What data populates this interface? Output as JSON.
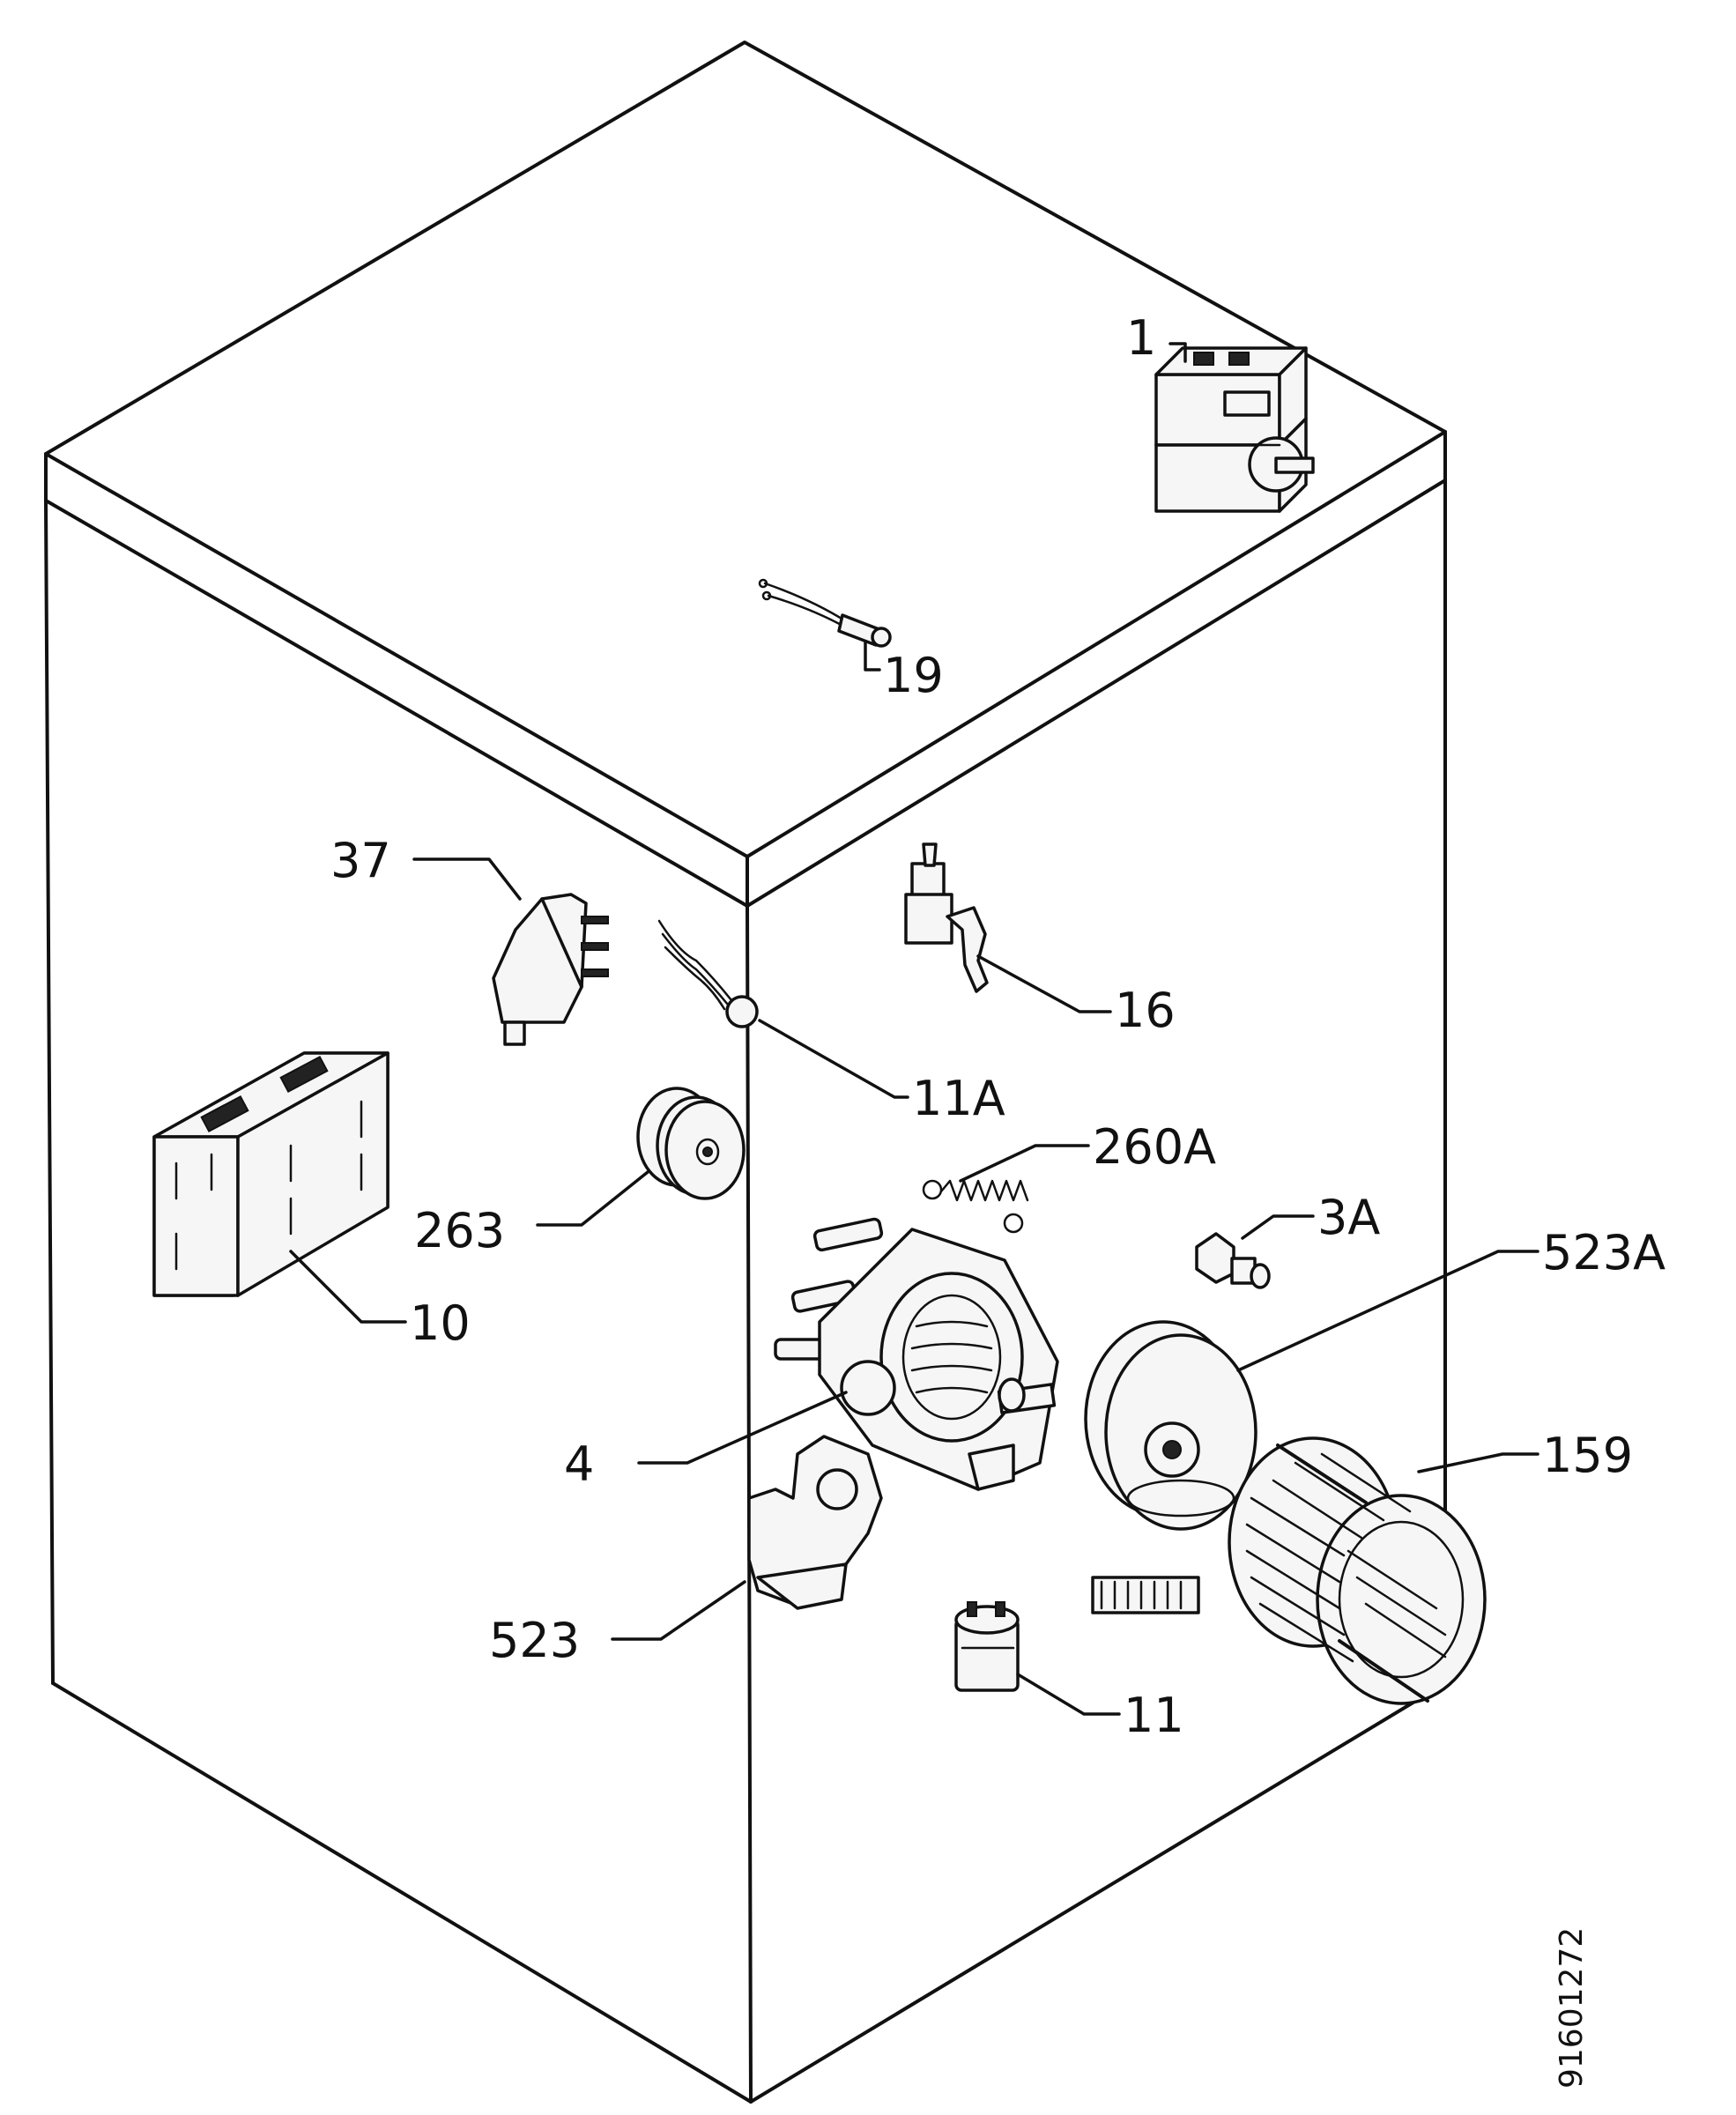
{
  "diagram": {
    "callouts": {
      "c1": "1",
      "c19": "19",
      "c37": "37",
      "c16": "16",
      "c11a": "11A",
      "c263": "263",
      "c260a": "260A",
      "c3a": "3A",
      "c523a": "523A",
      "c10": "10",
      "c4": "4",
      "c159": "159",
      "c523": "523",
      "c11": "11"
    },
    "document_number": "91601272"
  }
}
